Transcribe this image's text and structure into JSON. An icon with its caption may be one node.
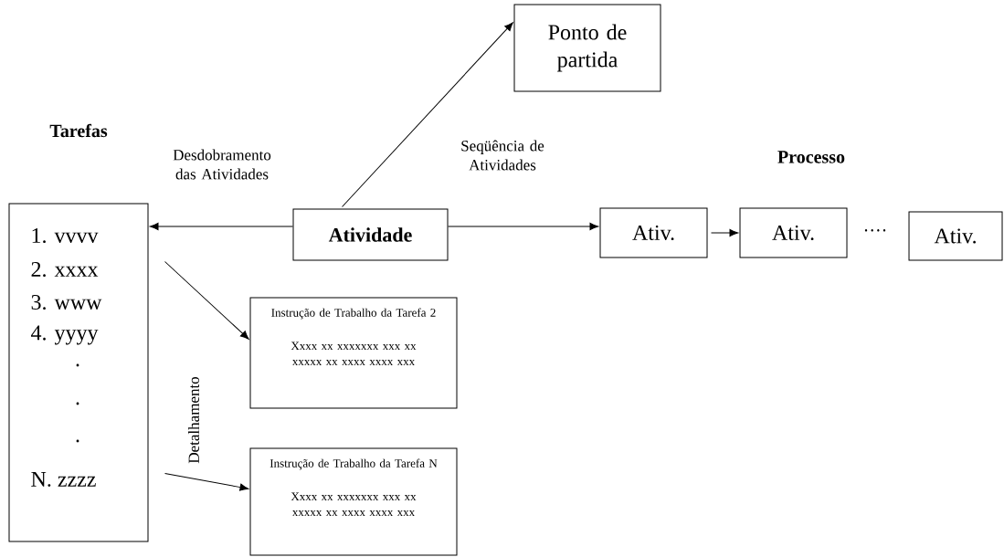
{
  "diagram": {
    "nodes": [
      {
        "text": [
          "Ponto de partida"
        ]
      },
      {
        "text": [
          "Tarefas",
          "1. vvvv",
          "2. xxxx",
          "3. www",
          "4. yyyy",
          ".",
          ".",
          ".",
          "N. zzzz"
        ]
      },
      {
        "text": [
          "Atividade"
        ]
      },
      {
        "text": [
          "Ativ."
        ]
      },
      {
        "text": [
          "Ativ."
        ]
      },
      {
        "text": [
          "Ativ."
        ]
      },
      {
        "text": [
          "Instrução de Trabalho da Tarefa 2",
          "Xxxx xx xxxxxxx xxx xx xxxxx xx xxxx xxxx xxx"
        ]
      },
      {
        "text": [
          "Instrução de Trabalho da Tarefa N",
          "Xxxx xx xxxxxxx xxx xx xxxxx xx xxxx xxxx xxx"
        ]
      }
    ],
    "edges": [
      {
        "from": 2,
        "to": 1,
        "arrow": "to",
        "label": "Desdobramento das Atividades"
      },
      {
        "from": 2,
        "to": 0,
        "arrow": "to"
      },
      {
        "from": 2,
        "to": 3,
        "arrow": "to",
        "label": "Seqüência de Atividades"
      },
      {
        "from": 3,
        "to": 4,
        "arrow": "to"
      },
      {
        "from": 1,
        "to": 6,
        "arrow": "to"
      },
      {
        "from": 1,
        "to": 7,
        "arrow": "to"
      }
    ],
    "labels": [
      "Processo",
      "····",
      "Detalhamento"
    ]
  }
}
